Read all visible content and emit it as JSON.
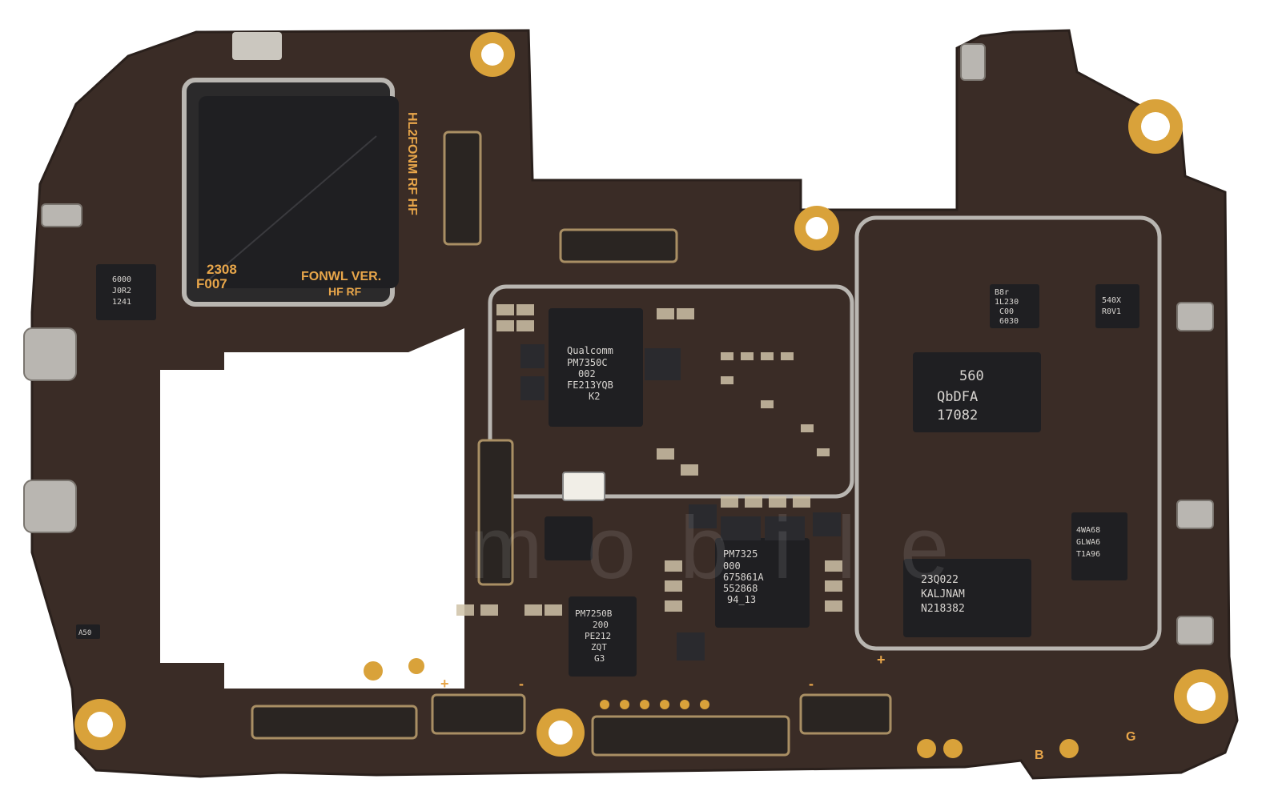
{
  "colors": {
    "board": "#3a2c26",
    "board_dark": "#2a201c",
    "gold": "#d9a23a",
    "chip": "#1f1f22",
    "shield": "#b9b6b1",
    "component": "#cfc2a8"
  },
  "silkscreen": {
    "rf_label_1": "HL2FONM RF HF",
    "date_code": "2308",
    "rev_code": "F007",
    "ver_label": "FONWL VER.",
    "ver_sub": "HF RF",
    "mark_b": "B",
    "mark_g": "G",
    "plus_1": "+",
    "plus_2": "+",
    "minus_1": "-",
    "minus_2": "-"
  },
  "chips": {
    "pm7350c": [
      "Qualcomm",
      "PM7350C",
      "002",
      "FE213YQB",
      "K2"
    ],
    "pm7325": [
      "PM7325",
      "000",
      "675861A",
      "552868",
      "94_13"
    ],
    "pm7250b": [
      "PM7250B",
      "200",
      "PE212",
      "ZQT",
      "G3"
    ],
    "qbdfa": [
      "560",
      "QbDFA",
      "17082"
    ],
    "kaljnam": [
      "23Q022",
      "KALJNAM",
      "N218382"
    ],
    "small_1": [
      "B8r",
      "1L230",
      "C00",
      "6030"
    ],
    "small_2": [
      "540X",
      "R0V1"
    ],
    "small_3": [
      "4WA68",
      "GLWA6",
      "T1A96"
    ],
    "small_4": [
      "6000",
      "J0R2",
      "1241"
    ],
    "small_5": [
      "A50"
    ]
  },
  "watermark": {
    "text": "ictomobile"
  }
}
